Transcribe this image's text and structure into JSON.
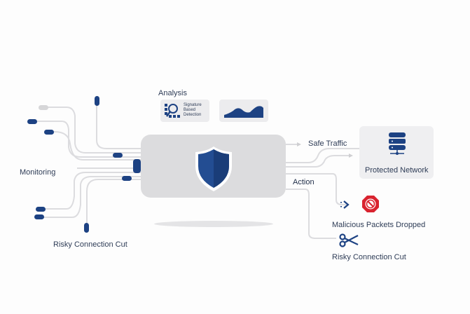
{
  "diagram": {
    "analysis": {
      "title": "Analysis",
      "signature_card": {
        "lines": [
          "Signature",
          "Based",
          "Detection"
        ],
        "icon": "magnifier-grid-icon"
      },
      "anomaly_card": {
        "icon": "wave-chart-icon"
      }
    },
    "central": {
      "icon": "shield-icon"
    },
    "labels": {
      "monitoring": "Monitoring",
      "risky_left": "Risky Connection Cut",
      "safe_traffic": "Safe Traffic",
      "action": "Action",
      "protected_network": "Protected Network",
      "malicious_dropped": "Malicious Packets Dropped",
      "risky_right": "Risky Connection Cut"
    },
    "icons": {
      "server": "server-icon",
      "block": "no-entry-icon",
      "arrow": "dashed-arrow-icon",
      "scissors": "scissors-icon"
    },
    "colors": {
      "primary": "#1d4283",
      "block_red": "#d9232f",
      "line_grey": "#dadadc",
      "box_grey": "#dcdcde",
      "background": "#fdfdfd"
    }
  }
}
